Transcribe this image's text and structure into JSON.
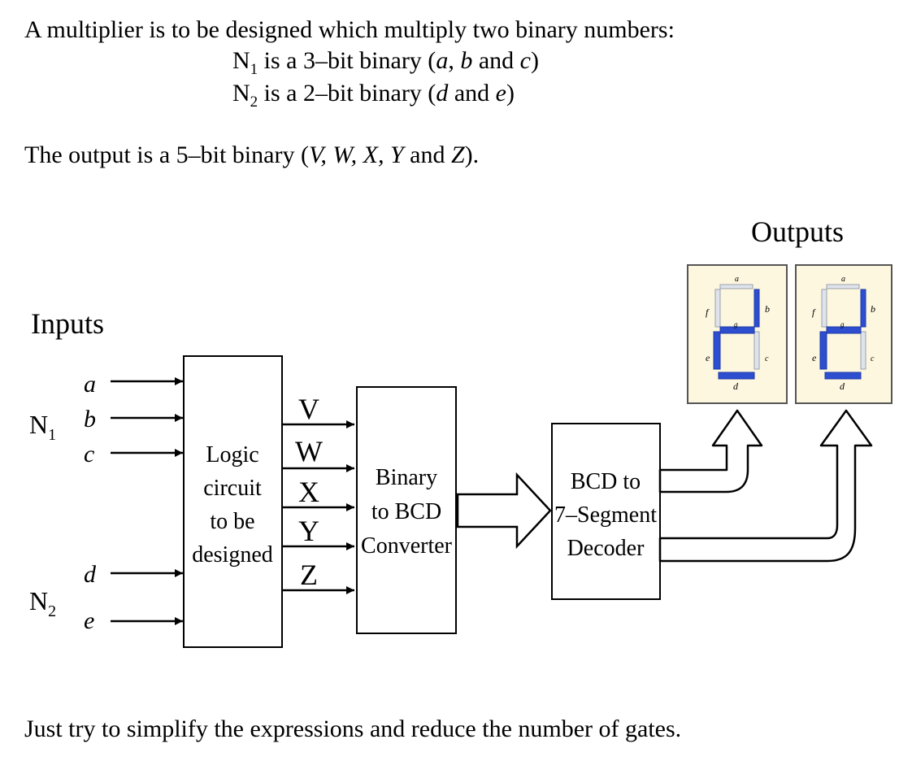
{
  "problem": {
    "line1": "A multiplier is to be designed which multiply two binary numbers:",
    "n1_label": "N",
    "n1_sub": "1",
    "n1_text_a": " is a 3–bit binary (",
    "n1_a": "a",
    "n1_sep1": ", ",
    "n1_b": "b",
    "n1_and": " and ",
    "n1_c": "c",
    "n1_close": ")",
    "n2_label": "N",
    "n2_sub": "2",
    "n2_text_a": " is a 2–bit binary (",
    "n2_d": "d",
    "n2_and": " and ",
    "n2_e": "e",
    "n2_close": ")",
    "output_prefix": "The output is a 5–bit binary (",
    "output_vars": "V, W, X, Y",
    "output_and": " and ",
    "output_z": "Z",
    "output_close": ").",
    "footer": "Just try to simplify the expressions and reduce the number of gates."
  },
  "diagram": {
    "inputs_title": "Inputs",
    "outputs_title": "Outputs",
    "n1_group": "N",
    "n1_group_sub": "1",
    "n2_group": "N",
    "n2_group_sub": "2",
    "input_a": "a",
    "input_b": "b",
    "input_c": "c",
    "input_d": "d",
    "input_e": "e",
    "logic_line1": "Logic",
    "logic_line2": "circuit",
    "logic_line3": "to be",
    "logic_line4": "designed",
    "out_v": "V",
    "out_w": "W",
    "out_x": "X",
    "out_y": "Y",
    "out_z": "Z",
    "bcd_line1": "Binary",
    "bcd_line2": "to BCD",
    "bcd_line3": "Converter",
    "dec_line1": "BCD to",
    "dec_line2": "7–Segment",
    "dec_line3": "Decoder",
    "seg_a": "a",
    "seg_b": "b",
    "seg_c": "c",
    "seg_d": "d",
    "seg_e": "e",
    "seg_f": "f",
    "seg_g": "g"
  },
  "colors": {
    "segment_on": "#2d4ecf",
    "segment_off": "#dfe3ec",
    "display_bg": "#fdf7df"
  }
}
